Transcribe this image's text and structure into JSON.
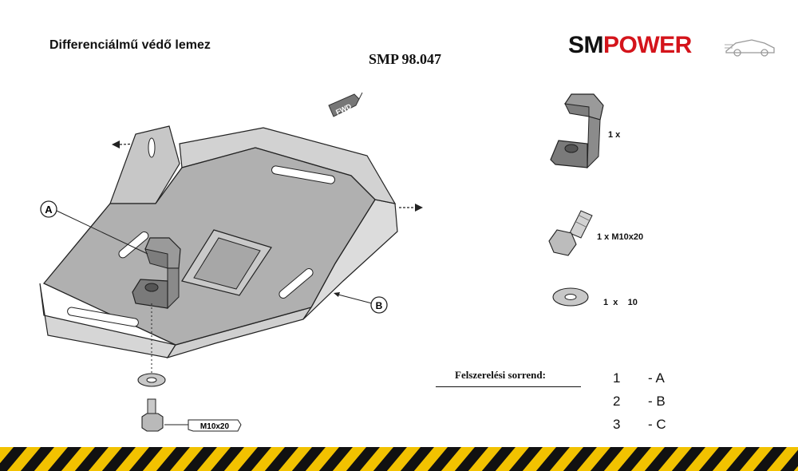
{
  "header": {
    "title": "Differenciálmű védő lemez",
    "code": "SMP 98.047",
    "logo": {
      "part1": "SM",
      "part2": "POWER",
      "accent": "#d4141b"
    }
  },
  "drawing": {
    "fwd_label": "FWD",
    "callout_a": "A",
    "callout_b": "B",
    "bolt_label": "M10x20"
  },
  "parts": [
    {
      "icon": "bracket-clamp-icon",
      "qty": "1 x"
    },
    {
      "icon": "bolt-icon",
      "qty": "1 x M10x20"
    },
    {
      "icon": "washer-icon",
      "qty": "1  x    10"
    }
  ],
  "install_order": {
    "label": "Felszerelési sorrend:",
    "steps": [
      {
        "num": "1",
        "part": "- A"
      },
      {
        "num": "2",
        "part": "- B"
      },
      {
        "num": "3",
        "part": "- C"
      }
    ]
  },
  "colors": {
    "plate_top": "#b0b0b0",
    "plate_side": "#d6d6d6",
    "hazard_yellow": "#f2c200",
    "hazard_black": "#111111"
  }
}
